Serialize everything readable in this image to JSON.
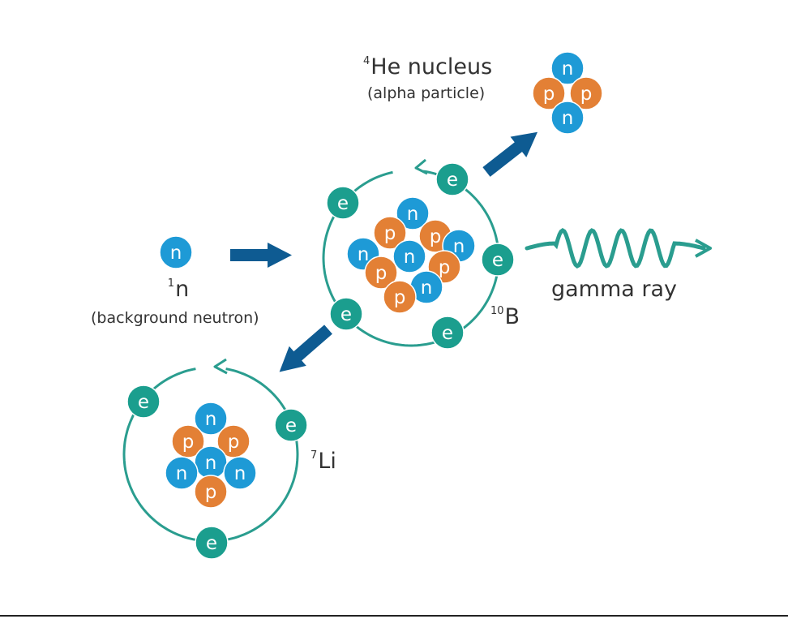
{
  "colors": {
    "neutron": "#1e9ad6",
    "proton": "#e38035",
    "electron": "#1b9e8e",
    "orbit": "#2a9d8f",
    "arrow": "#0e5b92",
    "gamma": "#2a9d8f",
    "text": "#333333"
  },
  "particle_letters": {
    "neutron": "n",
    "proton": "p",
    "electron": "e"
  },
  "labels": {
    "neutron_sup": "1",
    "neutron_symbol": "n",
    "neutron_desc": "(background neutron)",
    "boron_sup": "10",
    "boron_symbol": "B",
    "helium_sup": "4",
    "helium_symbol": "He nucleus",
    "helium_desc": "(alpha particle)",
    "lithium_sup": "7",
    "lithium_symbol": "Li",
    "gamma": "gamma ray"
  }
}
